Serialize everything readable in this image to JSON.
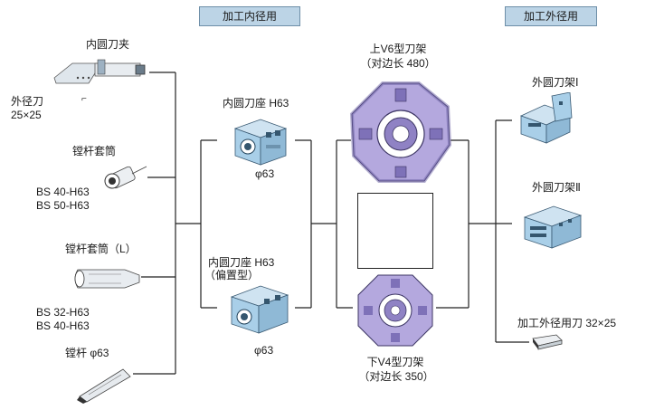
{
  "headers": {
    "internal": "加工内径用",
    "external": "加工外径用"
  },
  "left_tools": {
    "boring_holder": {
      "title": "内圆刀夹"
    },
    "ext_tool": {
      "line1": "外径刀",
      "line2": "25×25"
    },
    "sleeve": {
      "title": "镗杆套筒",
      "line1": "BS 40-H63",
      "line2": "BS 50-H63"
    },
    "sleeve_l": {
      "title": "镗杆套筒（L）",
      "line1": "BS 32-H63",
      "line2": "BS 40-H63"
    },
    "bar": {
      "title": "镗杆 φ63"
    }
  },
  "mid_holders": {
    "top": {
      "title": "内圆刀座  H63",
      "size": "φ63"
    },
    "bottom": {
      "line1": "内圆刀座  H63",
      "line2": "（偏置型）",
      "size": "φ63"
    }
  },
  "turrets": {
    "upper": {
      "title": "上V6型刀架",
      "sub": "（对边长  480）"
    },
    "lower": {
      "title": "下V4型刀架",
      "sub": "（对边长  350）"
    }
  },
  "right_tools": {
    "holder1": {
      "title": "外圆刀架Ⅰ"
    },
    "holder2": {
      "title": "外圆刀架Ⅱ"
    },
    "ext_cutter": {
      "title": "加工外径用刀  32×25"
    }
  },
  "colors": {
    "header_fill": "#bcd4e6",
    "part_blue": "#a9cfe8",
    "turret_purple": "#b4a8de"
  }
}
